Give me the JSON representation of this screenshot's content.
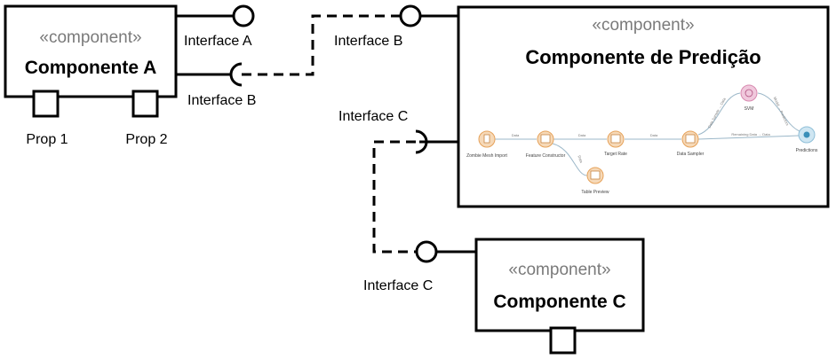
{
  "components": {
    "a": {
      "stereotype": "«component»",
      "name": "Componente A",
      "interfaces": {
        "provided": "Interface A",
        "required": "Interface B"
      },
      "ports": [
        "Prop 1",
        "Prop 2"
      ]
    },
    "pred": {
      "stereotype": "«component»",
      "name": "Componente de Predição",
      "interfaces": {
        "provided": "Interface B",
        "required": "Interface C"
      }
    },
    "c": {
      "stereotype": "«component»",
      "name": "Componente C",
      "interfaces": {
        "provided": "Interface C"
      }
    }
  },
  "workflow": {
    "nodes": [
      {
        "id": "n1",
        "label": "Zombie Mesh Import",
        "icon": "file-import-icon"
      },
      {
        "id": "n2",
        "label": "Feature Constructor",
        "icon": "feature-constructor-icon"
      },
      {
        "id": "n3",
        "label": "Table Preview",
        "icon": "table-icon"
      },
      {
        "id": "n4",
        "label": "Target Rate",
        "icon": "target-icon"
      },
      {
        "id": "n5",
        "label": "Data Sampler",
        "icon": "sampler-icon"
      },
      {
        "id": "n6",
        "label": "SVM",
        "icon": "svm-icon"
      },
      {
        "id": "n7",
        "label": "Predictions",
        "icon": "predictions-icon"
      }
    ],
    "edges": [
      {
        "from": "n1",
        "to": "n2",
        "label": "Data"
      },
      {
        "from": "n2",
        "to": "n4",
        "label": "Data"
      },
      {
        "from": "n2",
        "to": "n3",
        "label": "Data"
      },
      {
        "from": "n4",
        "to": "n5",
        "label": "Data"
      },
      {
        "from": "n5",
        "to": "n6",
        "label": "Data Sample → Data"
      },
      {
        "from": "n5",
        "to": "n7",
        "label": "Remaining Data → Data"
      },
      {
        "from": "n6",
        "to": "n7",
        "label": "Model → Predictors"
      }
    ]
  },
  "colors": {
    "node_fill": "#f6d9b8",
    "node_stroke": "#e6a25a",
    "svm_fill": "#f0c8dc",
    "pred_fill": "#cfe6f2",
    "edge": "#9bb7c8"
  }
}
